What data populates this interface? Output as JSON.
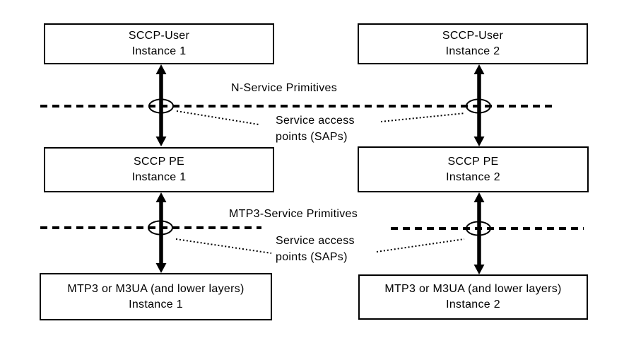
{
  "diagram": {
    "description": "SCCP layered architecture with service access points",
    "colors": {
      "background": "#ffffff",
      "line": "#000000",
      "text": "#000000"
    },
    "boxes": [
      {
        "name": "sccp-user-instance-1",
        "line1": "SCCP-User",
        "line2": "Instance 1"
      },
      {
        "name": "sccp-user-instance-2",
        "line1": "SCCP-User",
        "line2": "Instance 2"
      },
      {
        "name": "sccp-pe-instance-1",
        "line1": "SCCP PE",
        "line2": "Instance 1"
      },
      {
        "name": "sccp-pe-instance-2",
        "line1": "SCCP PE",
        "line2": "Instance 2"
      },
      {
        "name": "mtp3-instance-1",
        "line1": "MTP3 or M3UA (and lower layers)",
        "line2": "Instance 1"
      },
      {
        "name": "mtp3-instance-2",
        "line1": "MTP3 or M3UA (and lower layers)",
        "line2": "Instance 2"
      }
    ],
    "labels": {
      "n_service": "N-Service Primitives",
      "mtp3_service": "MTP3-Service Primitives",
      "sap_upper_line1": "Service access",
      "sap_upper_line2": "points (SAPs)",
      "sap_lower_line1": "Service access",
      "sap_lower_line2": "points (SAPs)"
    },
    "symbols": {
      "sap_marker": "ellipse-icon",
      "interface_arrow": "double-headed-arrow-icon",
      "layer_boundary": "dashed-line",
      "leader": "dotted-leader-line"
    }
  }
}
